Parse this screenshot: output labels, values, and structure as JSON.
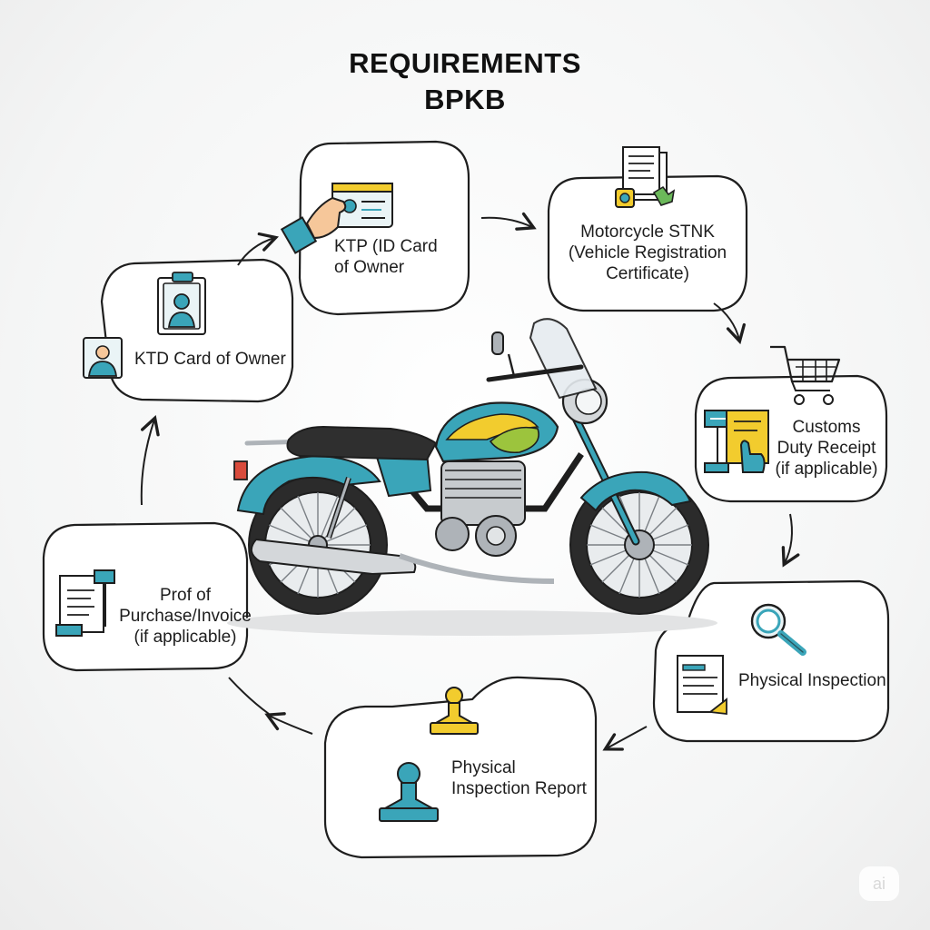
{
  "title": {
    "line1": "REQUIREMENTS",
    "line2": "BPKB"
  },
  "nodes": [
    {
      "id": "ktp",
      "label": "KTP (ID Card\nof Owner",
      "icon": "id-card-hand-icon"
    },
    {
      "id": "stnk",
      "label": "Motorcycle STNK\n(Vehicle Registration\nCertificate)",
      "icon": "document-stamp-icon"
    },
    {
      "id": "customs",
      "label": "Customs\nDuty Receipt\n(if applicable)",
      "icon": "shopping-cart-icon"
    },
    {
      "id": "inspection",
      "label": "Physical Inspection",
      "icon": "magnifier-document-icon"
    },
    {
      "id": "report",
      "label": "Physical\nInspection Report",
      "icon": "rubber-stamp-icon"
    },
    {
      "id": "purchase",
      "label": "Prof of\nPurchase/Invoice\n(if applicable)",
      "icon": "invoice-icon"
    },
    {
      "id": "ktd",
      "label": "KTD Card of Owner",
      "icon": "person-card-icon"
    }
  ],
  "center_illustration": "motorcycle-icon",
  "watermark": "ai",
  "colors": {
    "teal": "#3aa5b9",
    "yellow": "#f2cc2e",
    "lime": "#9cc43d",
    "outline": "#1e1e1e"
  }
}
